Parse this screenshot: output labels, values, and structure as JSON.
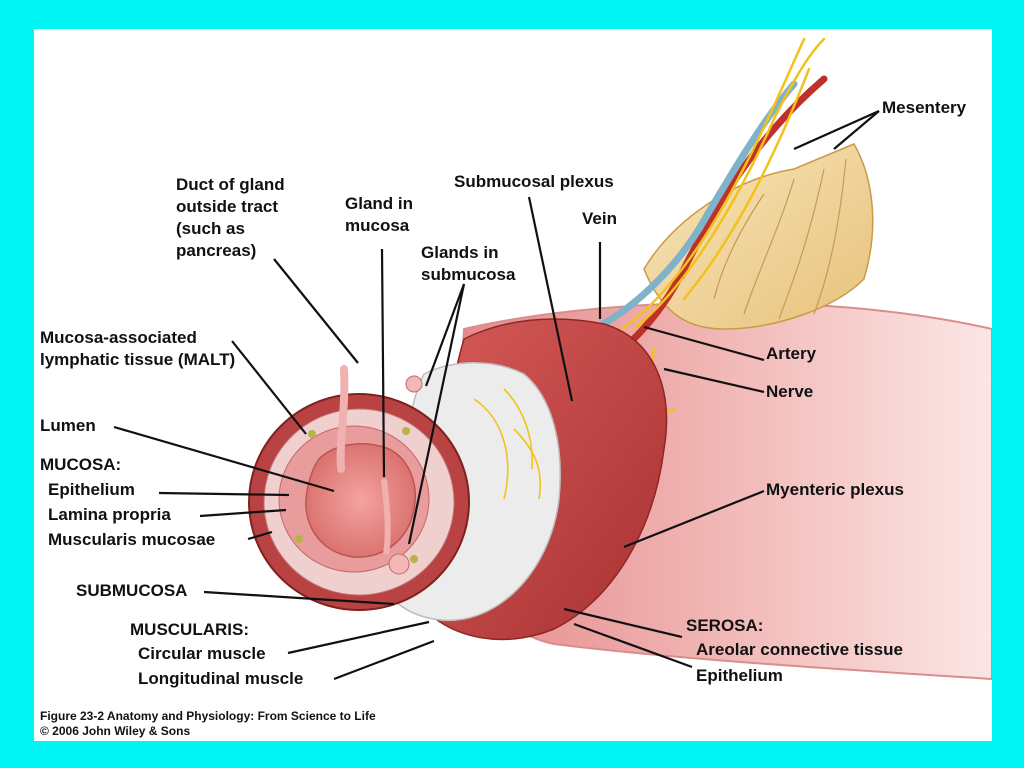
{
  "colors": {
    "background": "#00f5f5",
    "panel": "#ffffff",
    "muscle": "#c94a4a",
    "mucosa": "#e48f8f",
    "submucosa": "#ececec",
    "nerve": "#f2c21b",
    "artery": "#c0302a",
    "vein": "#7fb3c9",
    "mesentery": "#f3d9a0"
  },
  "labels": {
    "duct": "Duct of gland outside tract (such as pancreas)",
    "gland_mucosa": "Gland in mucosa",
    "submucosal_plexus": "Submucosal plexus",
    "vein": "Vein",
    "glands_submucosa": "Glands in submucosa",
    "mesentery": "Mesentery",
    "malt": "Mucosa-associated lymphatic tissue (MALT)",
    "artery": "Artery",
    "nerve": "Nerve",
    "lumen": "Lumen",
    "mucosa_header": "MUCOSA:",
    "epithelium": "Epithelium",
    "lamina_propria": "Lamina propria",
    "muscularis_mucosae": "Muscularis mucosae",
    "myenteric_plexus": "Myenteric plexus",
    "submucosa": "SUBMUCOSA",
    "muscularis_header": "MUSCULARIS:",
    "circular_muscle": "Circular muscle",
    "longitudinal_muscle": "Longitudinal muscle",
    "serosa_header": "SEROSA:",
    "areolar": "Areolar connective tissue",
    "serosa_epithelium": "Epithelium"
  },
  "caption": {
    "line1": "Figure 23-2  Anatomy and Physiology: From Science to Life",
    "line2": "© 2006 John Wiley & Sons"
  }
}
